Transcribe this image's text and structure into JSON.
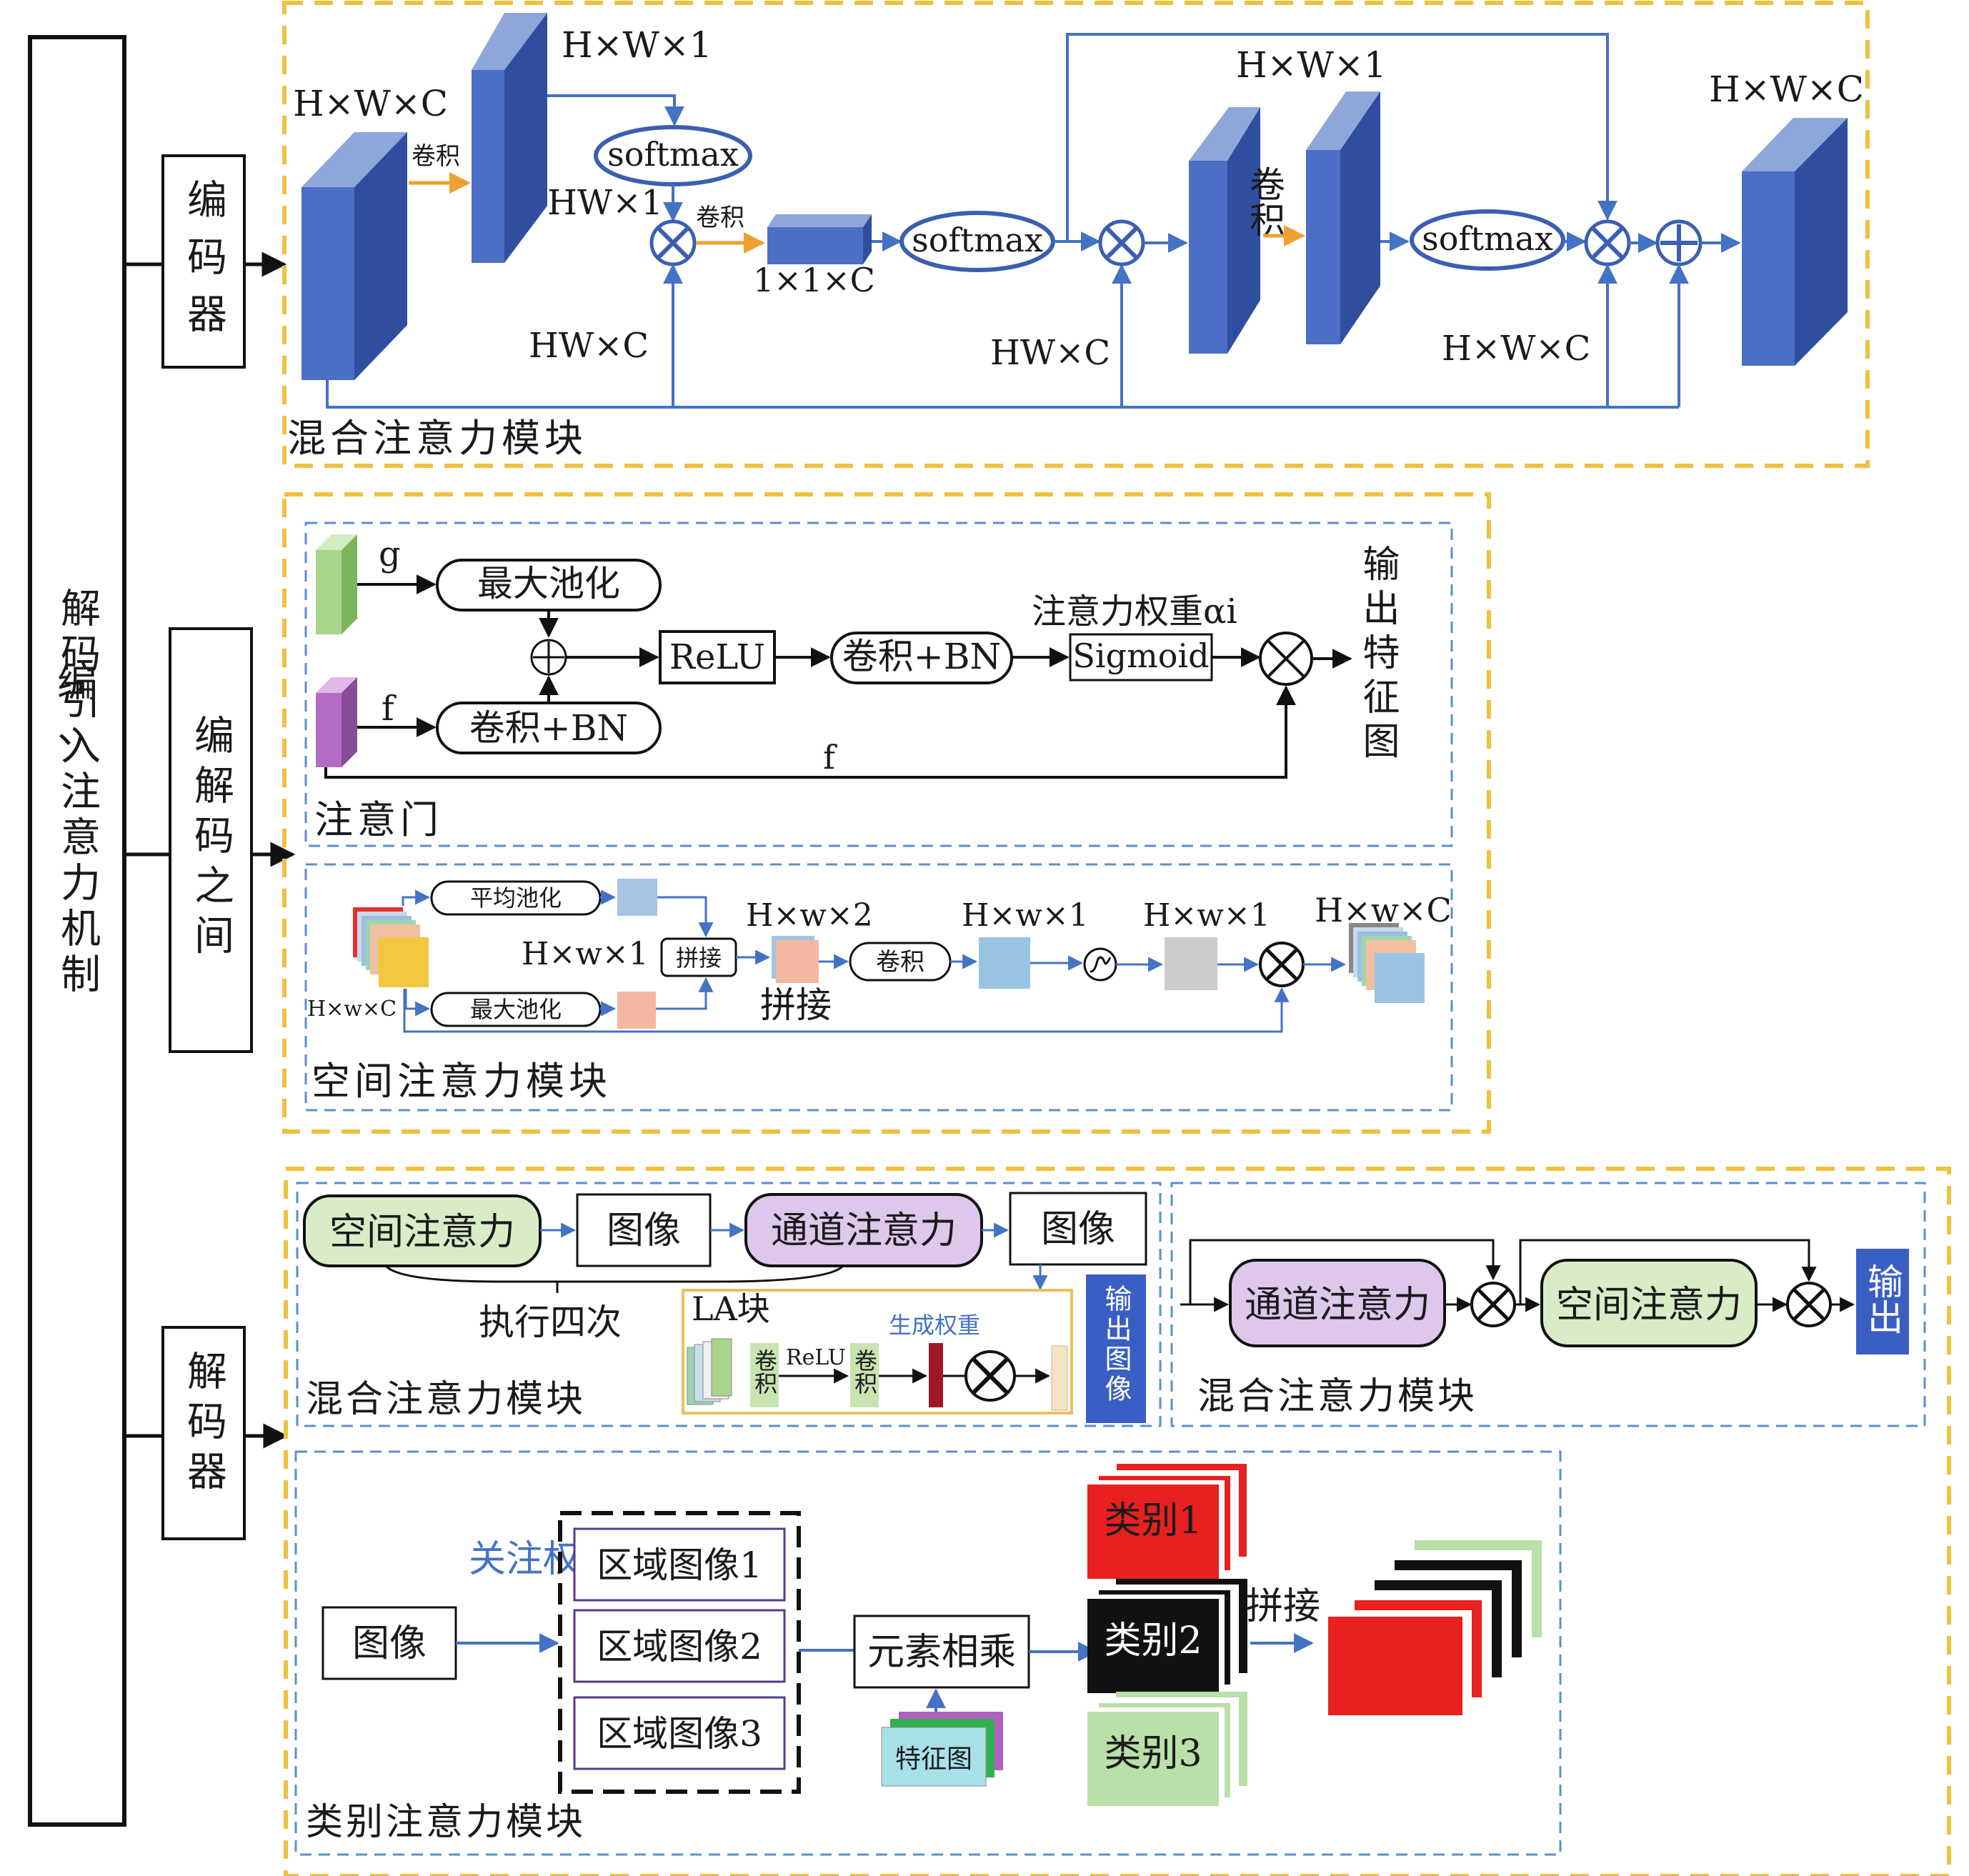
{
  "root": {
    "label_top": "编",
    "label_comma": "、",
    "label_rest": "解码引入注意力机制"
  },
  "encoder": {
    "label": "编码器",
    "module_title": "混合注意力模块",
    "input_dim": "H×W×C",
    "conv1_dim": "H×W×1",
    "conv_label": "卷积",
    "softmax": "softmax",
    "hw1": "HW×1",
    "hwc_left": "HW×C",
    "vec_dim": "1×1×C",
    "softmax2": "softmax",
    "hwc_mid": "HW×C",
    "mid_dim": "H×W×1",
    "conv_label2": "卷积",
    "softmax3": "softmax",
    "hwc_right": "H×W×C",
    "output_dim": "H×W×C",
    "colors": {
      "block_front": "#4a6fc4",
      "block_side": "#2f4e9e",
      "block_top": "#8fa6db",
      "arrow_blue": "#4472c4",
      "arrow_orange": "#f0a030"
    }
  },
  "between": {
    "label": "编解码之间",
    "gate": {
      "title": "注意门",
      "g": "g",
      "f": "f",
      "f_bottom": "f",
      "maxpool": "最大池化",
      "conv_bn": "卷积+BN",
      "relu": "ReLU",
      "conv_bn2": "卷积+BN",
      "weight_label": "注意力权重αi",
      "sigmoid": "Sigmoid",
      "output": "输出特征图",
      "colors": {
        "g_block": "#a8d48c",
        "f_block": "#b36cc4"
      }
    },
    "spatial": {
      "title": "空间注意力模块",
      "avgpool": "平均池化",
      "maxpool": "最大池化",
      "input_dim": "H×w×C",
      "concat": "拼接",
      "hw1_left": "H×w×1",
      "hw2": "H×w×2",
      "concat_label": "拼接",
      "conv": "卷积",
      "hw1_a": "H×w×1",
      "hw1_b": "H×w×1",
      "out_dim": "H×w×C"
    }
  },
  "decoder": {
    "label": "解码器",
    "mixed_left": {
      "title": "混合注意力模块",
      "spatial": "空间注意力",
      "image1": "图像",
      "channel": "通道注意力",
      "image2": "图像",
      "repeat": "执行四次",
      "la_title": "LA块",
      "la_conv1": "卷积",
      "la_relu": "ReLU",
      "la_conv2": "卷积",
      "la_weight": "生成权重",
      "output": "输出图像"
    },
    "mixed_right": {
      "title": "混合注意力模块",
      "channel": "通道注意力",
      "spatial": "空间注意力",
      "output": "输出"
    },
    "category": {
      "title": "类别注意力模块",
      "image": "图像",
      "attn_weight": "关注权重",
      "region1": "区域图像1",
      "region2": "区域图像2",
      "region3": "区域图像3",
      "multiply": "元素相乘",
      "feature": "特征图",
      "class1": "类别1",
      "class2": "类别2",
      "class3": "类别3",
      "concat": "拼接"
    }
  }
}
